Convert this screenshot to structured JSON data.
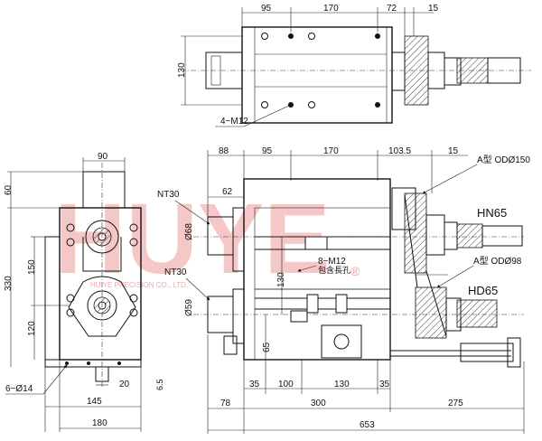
{
  "top_view": {
    "dims": [
      "95",
      "170",
      "72",
      "15"
    ],
    "height": "130",
    "callout": "4−M12"
  },
  "side_view": {
    "width_top": "90",
    "dim_60": "60",
    "dim_330": "330",
    "dim_150": "150",
    "dim_120": "120",
    "dim_20": "20",
    "dim_65_small": "6.5",
    "dim_145": "145",
    "dim_180": "180",
    "holes": "6−Ø14"
  },
  "front_view": {
    "top_dims": [
      "88",
      "95",
      "170",
      "103.5",
      "15"
    ],
    "dim_62": "62",
    "nt_upper": "NT30",
    "nt_lower": "NT30",
    "dia_68": "Ø68",
    "dia_59": "Ø59",
    "height_130": "130",
    "height_65": "65",
    "callout_m12": "8−M12",
    "callout_cn": "包含長孔",
    "pulley_a150": "A型 ODØ150",
    "pulley_a98": "A型 ODØ98",
    "hn65": "HN65",
    "hd65": "HD65",
    "bottom_dims": [
      "35",
      "100",
      "130",
      "35"
    ],
    "dim_78": "78",
    "dim_300": "300",
    "dim_275": "275",
    "dim_653": "653"
  },
  "watermark": {
    "brand": "HUYE",
    "tagline": "HU YE PRECISION CO., LTD.",
    "reg": "®"
  }
}
